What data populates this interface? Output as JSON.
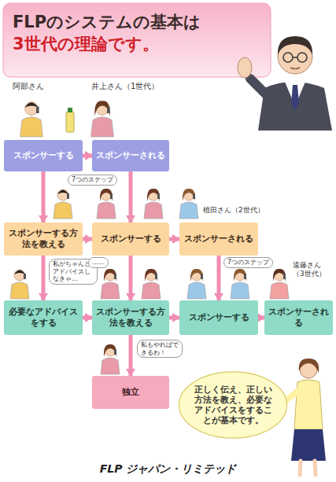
{
  "diagram": {
    "title": "FLPのシステムの基本は 3世代の理論です。",
    "caption": "FLP ジャパン・リミテッド",
    "nodes": [
      {
        "text": [
          "スポンサーする"
        ]
      },
      {
        "text": [
          "スポンサーされる"
        ]
      },
      {
        "text": [
          "スポンサーする方法を教える"
        ]
      },
      {
        "text": [
          "スポンサーする"
        ]
      },
      {
        "text": [
          "スポンサーされる"
        ]
      },
      {
        "text": [
          "必要なアドバイスをする"
        ]
      },
      {
        "text": [
          "スポンサーする方法を教える"
        ]
      },
      {
        "text": [
          "スポンサーする"
        ]
      },
      {
        "text": [
          "スポンサーされる"
        ]
      },
      {
        "text": [
          "独立"
        ]
      },
      {
        "text": [
          "正しく伝え、正しい方法を教え、必要なアドバイスをすることが基本です。"
        ]
      }
    ],
    "edges": [
      {
        "from": 0,
        "to": 1,
        "arrow": "to"
      },
      {
        "from": 0,
        "to": 2,
        "arrow": "to"
      },
      {
        "from": 1,
        "to": 3,
        "arrow": "to"
      },
      {
        "from": 2,
        "to": 3,
        "arrow": "to"
      },
      {
        "from": 3,
        "to": 4,
        "arrow": "to"
      },
      {
        "from": 2,
        "to": 5,
        "arrow": "to"
      },
      {
        "from": 3,
        "to": 6,
        "arrow": "to"
      },
      {
        "from": 4,
        "to": 7,
        "arrow": "to"
      },
      {
        "from": 5,
        "to": 6,
        "arrow": "to"
      },
      {
        "from": 6,
        "to": 7,
        "arrow": "to"
      },
      {
        "from": 7,
        "to": 8,
        "arrow": "to"
      },
      {
        "from": 6,
        "to": 9,
        "arrow": "to"
      }
    ],
    "labels": [
      "阿部さん",
      "井上さん（1世代）",
      "7つのステップ",
      "植田さん（2世代）",
      "私がちゃんとアドバイスしなきゃ…",
      "……",
      "7つのステップ",
      "遠藤さん（3世代）",
      "私もやればできるわ！"
    ]
  }
}
